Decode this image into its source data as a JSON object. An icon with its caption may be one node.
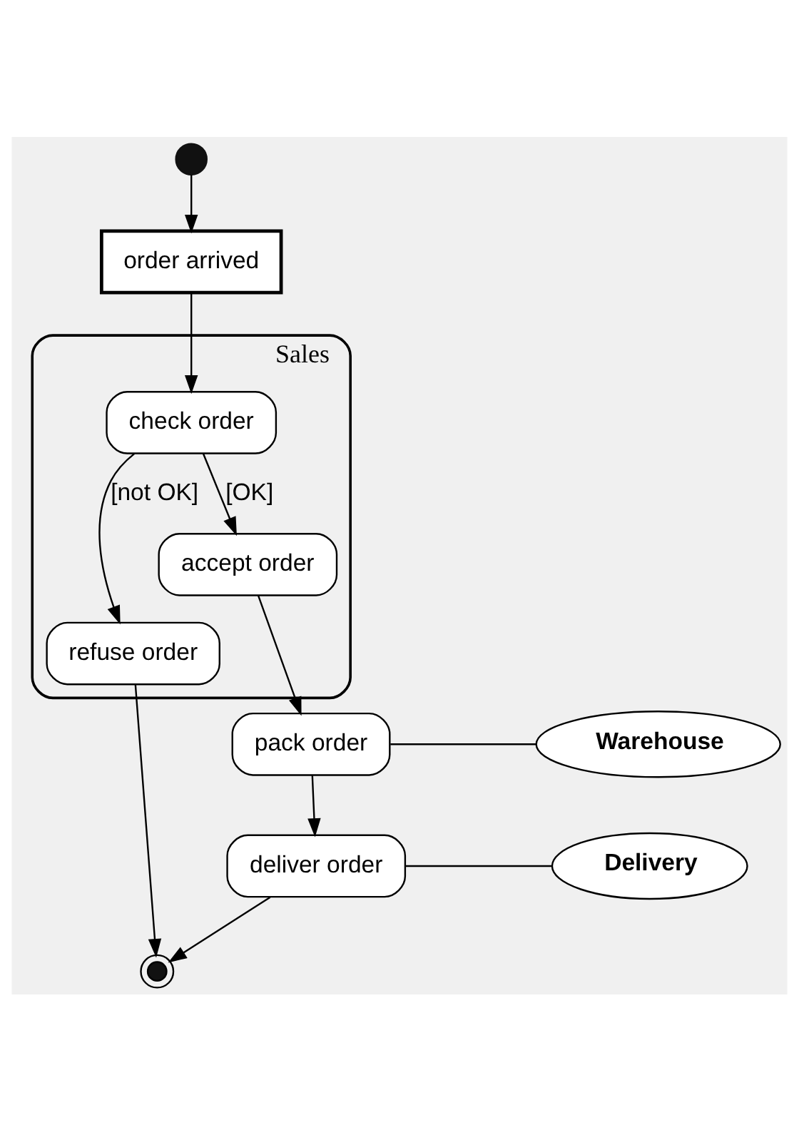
{
  "diagram": {
    "nodes": [
      {
        "text": [],
        "shape": "circle"
      },
      {
        "text": [
          "order arrived"
        ]
      },
      {
        "text": [
          "Sales"
        ]
      },
      {
        "text": [
          "check order"
        ],
        "in": 2
      },
      {
        "text": [
          "refuse order"
        ],
        "in": 2
      },
      {
        "text": [
          "accept order"
        ],
        "in": 2
      },
      {
        "text": [
          "pack order"
        ]
      },
      {
        "text": [
          "Warehouse"
        ]
      },
      {
        "text": [
          "deliver order"
        ]
      },
      {
        "text": [
          "Delivery"
        ]
      },
      {
        "text": [],
        "shape": "bullseye"
      }
    ],
    "edges": [
      {
        "from": 0,
        "to": 1,
        "arrow": "to"
      },
      {
        "from": 1,
        "to": 3,
        "arrow": "to"
      },
      {
        "from": 3,
        "to": 4,
        "arrow": "to",
        "label": "[not OK]"
      },
      {
        "from": 3,
        "to": 5,
        "arrow": "to",
        "label": "[OK]"
      },
      {
        "from": 5,
        "to": 6,
        "arrow": "to"
      },
      {
        "from": 6,
        "to": 7,
        "arrow": "none"
      },
      {
        "from": 6,
        "to": 8,
        "arrow": "to"
      },
      {
        "from": 8,
        "to": 9,
        "arrow": "none"
      },
      {
        "from": 4,
        "to": 10,
        "arrow": "to"
      },
      {
        "from": 8,
        "to": 10,
        "arrow": "to"
      }
    ]
  }
}
